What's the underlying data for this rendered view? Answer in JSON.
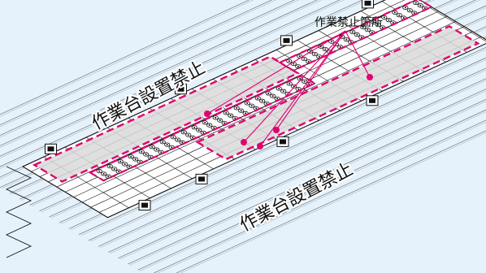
{
  "labels": {
    "callout": "作業禁止箇所",
    "top_zone": "作業台設置禁止",
    "bottom_zone": "作業台設置禁止"
  },
  "colors": {
    "background": "#e6f2fb",
    "hatch_fill": "#d9d9d9",
    "restricted_outline": "#e0006f",
    "line": "#111111",
    "label_halo": "#ffffff"
  },
  "icons": {
    "clamp": "roof-clamp-icon",
    "dot": "bolt-hole-icon"
  }
}
